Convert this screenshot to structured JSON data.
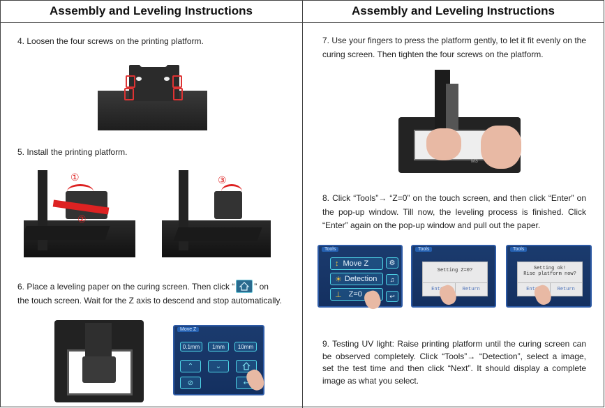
{
  "headers": {
    "left": "Assembly and Leveling Instructions",
    "right": "Assembly and Leveling Instructions"
  },
  "steps": {
    "step4": "4. Loosen the four screws on the printing platform.",
    "step5": "5. Install the printing platform.",
    "step6_a": "6. Place a leveling paper on the curing screen. Then click “",
    "step6_b": "” on",
    "step6_c": "the touch screen. Wait for the Z axis to descend and stop automatically.",
    "step7": "7. Use your fingers to press the platform gently, to let it fit evenly on the curing screen. Then tighten the four screws on the platform.",
    "step8": "8. Click “Tools”→ “Z=0” on the touch screen, and then click “Enter” on the pop-up window. Till now, the leveling process is finished. Click “Enter” again on the pop-up window and pull out the paper.",
    "step9": "9. Testing UV light: Raise printing platform until the curing screen can be observed completely. Click “Tools”→ “Detection”, select a image, set the test time and then click “Next”. It should display a complete image as what you select."
  },
  "callouts": {
    "one": "①",
    "two": "②",
    "three": "③"
  },
  "printer_label": "M3",
  "move_z_screen": {
    "tab": "Move Z",
    "steps": [
      "0.1mm",
      "1mm",
      "10mm"
    ]
  },
  "tools_screen_1": {
    "tab": "Tools",
    "items": [
      "Move Z",
      "Detection",
      "Z=0"
    ]
  },
  "tools_screen_2": {
    "tab": "Tools",
    "dialog_text": "Setting Z=0?",
    "enter": "Enter",
    "return": "Return"
  },
  "tools_screen_3": {
    "tab": "Tools",
    "dialog_line1": "Setting ok!",
    "dialog_line2": "Rise platform now?",
    "enter": "Enter",
    "return": "Return"
  }
}
